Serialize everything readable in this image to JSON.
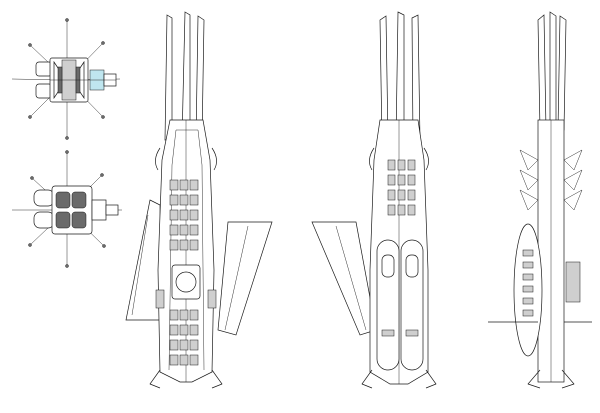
{
  "colors": {
    "line": "#1a1a1a",
    "background": "#ffffff",
    "accent": "#bfe6ef",
    "shade": "#6a6a6a"
  },
  "views": [
    {
      "id": "front-view"
    },
    {
      "id": "rear-view"
    },
    {
      "id": "top-view"
    },
    {
      "id": "bottom-view"
    },
    {
      "id": "side-view"
    }
  ]
}
